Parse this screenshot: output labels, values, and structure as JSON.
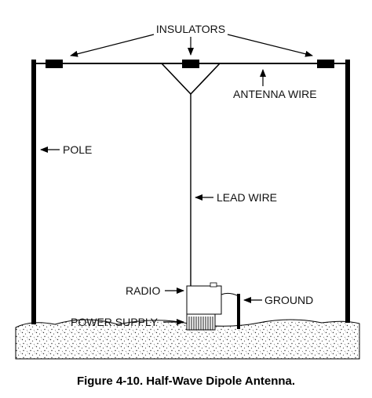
{
  "labels": {
    "insulators": "INSULATORS",
    "antenna_wire": "ANTENNA WIRE",
    "pole": "POLE",
    "lead_wire": "LEAD WIRE",
    "radio": "RADIO",
    "ground": "GROUND",
    "power_supply": "POWER SUPPLY"
  },
  "caption": "Figure 4-10. Half-Wave Dipole Antenna.",
  "colors": {
    "line": "#000000",
    "ground_fill": "#dcdcdc"
  }
}
